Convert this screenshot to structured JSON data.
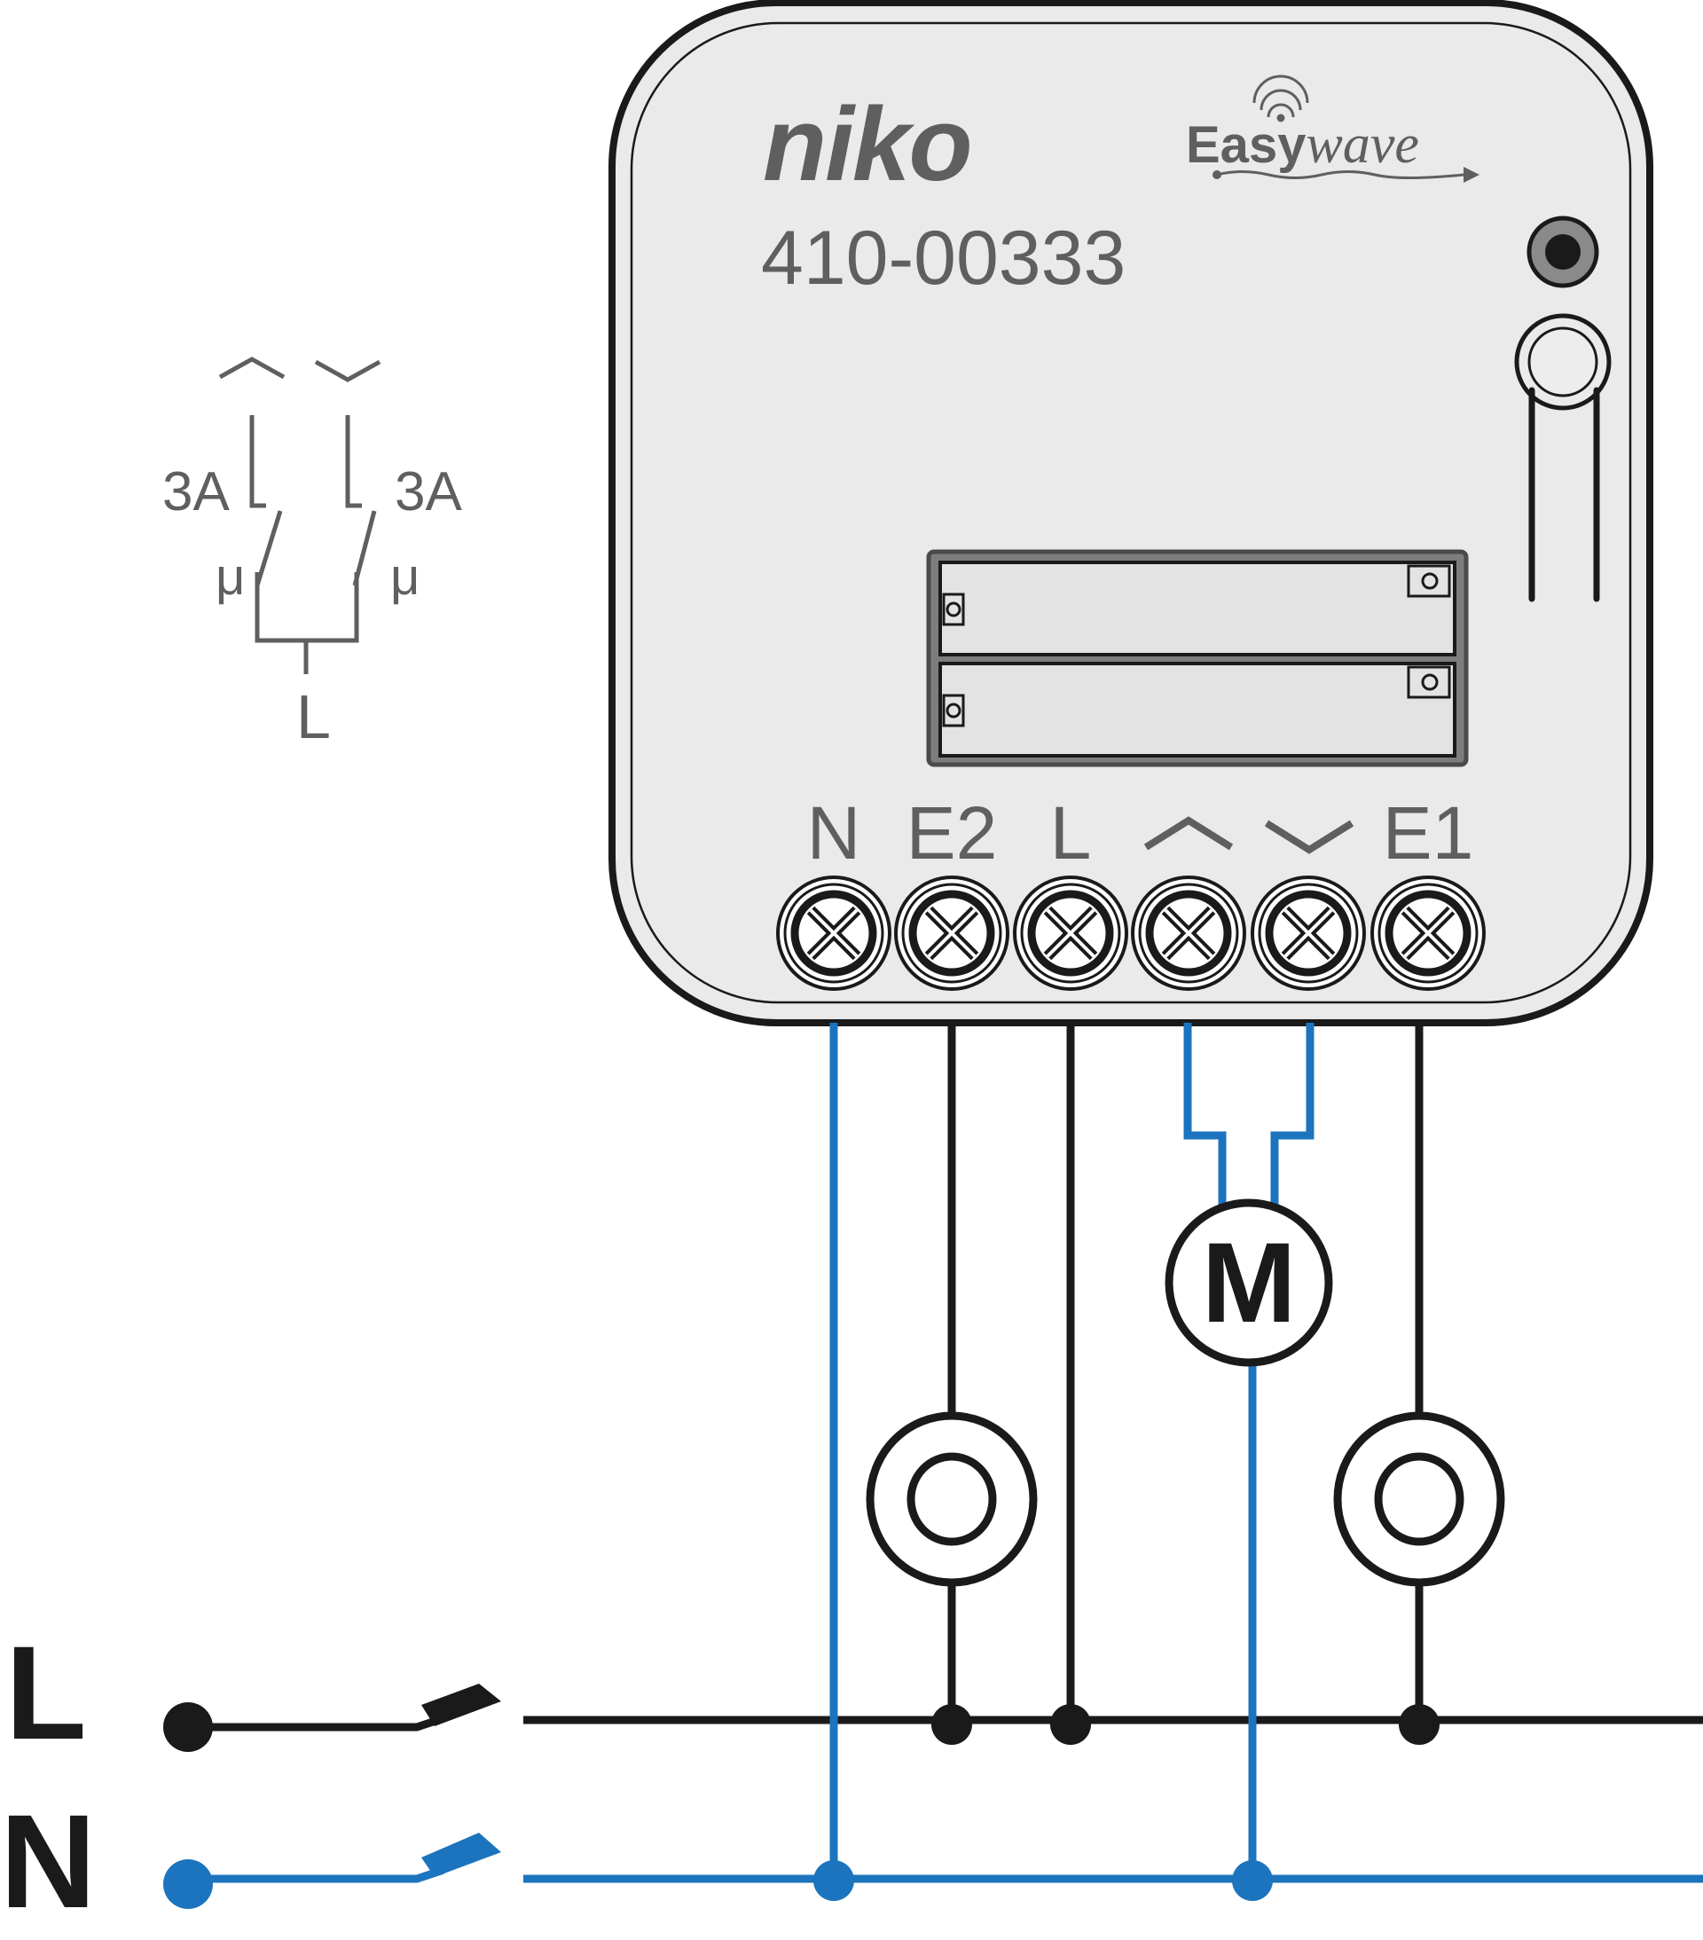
{
  "brand": "niko",
  "model": "410-00333",
  "easywave_logo": {
    "easy": "Easy",
    "wave": "wave"
  },
  "schematic": {
    "up_symbol": "︿",
    "down_symbol": "﹀",
    "rating_left": "3A",
    "rating_right": "3A",
    "contact_left": "μ",
    "contact_right": "μ",
    "common": "L"
  },
  "terminals": [
    {
      "id": "N",
      "label": "N"
    },
    {
      "id": "E2",
      "label": "E2"
    },
    {
      "id": "L",
      "label": "L"
    },
    {
      "id": "up",
      "label": "︿"
    },
    {
      "id": "down",
      "label": "﹀"
    },
    {
      "id": "E1",
      "label": "E1"
    }
  ],
  "motor": {
    "label": "M"
  },
  "mains": {
    "line_label": "L",
    "neutral_label": "N"
  },
  "colors": {
    "neutral_wire": "#1b74bd",
    "line_wire": "#1a1a1a",
    "device_fill": "#e9eae9",
    "device_stroke": "#1a1a1a",
    "text_gray": "#5f5f5f"
  }
}
